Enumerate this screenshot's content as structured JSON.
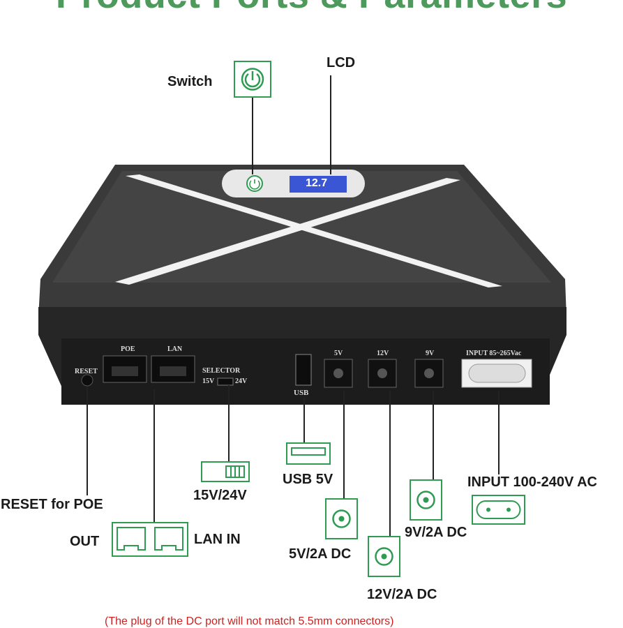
{
  "title": "Product Ports & Parameters",
  "labels": {
    "switch": "Switch",
    "lcd": "LCD",
    "reset_for_poe": "RESET for POE",
    "out": "OUT",
    "lan_in": "LAN IN",
    "selector_15v_24v": "15V/24V",
    "usb_5v": "USB 5V",
    "dc_5v": "5V/2A DC",
    "dc_12v": "12V/2A DC",
    "dc_9v": "9V/2A DC",
    "input_ac": "INPUT 100-240V AC"
  },
  "device_labels": {
    "reset": "RESET",
    "poe": "POE",
    "lan": "LAN",
    "selector": "SELECTOR",
    "sel_15v": "15V",
    "sel_24v": "24V",
    "usb": "USB",
    "port_5v": "5V",
    "port_12v": "12V",
    "port_9v": "9V",
    "input_spec": "INPUT 85~265Vac",
    "lcd_reading": "12.7"
  },
  "footnote": "(The plug of the DC port will not match 5.5mm connectors)",
  "colors": {
    "title": "#4e9a5c",
    "icon_stroke": "#2e9a52",
    "device_body": "#2b2b2b",
    "footnote": "#cc2222"
  }
}
